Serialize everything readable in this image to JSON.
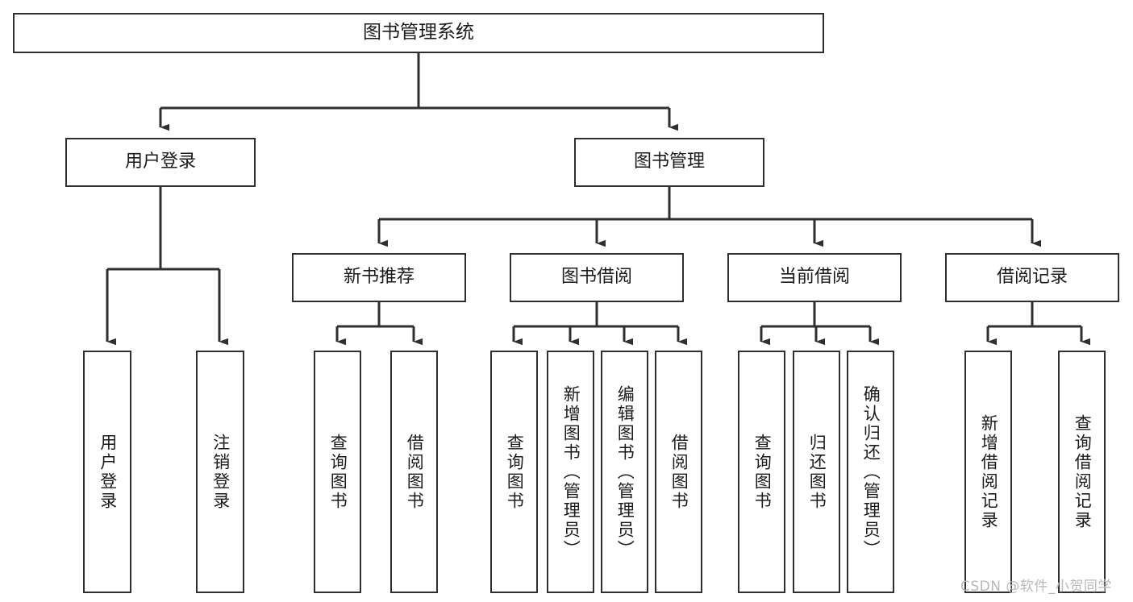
{
  "diagram": {
    "type": "tree",
    "title": "图书管理系统",
    "watermark": "CSDN @软件_小贺同学",
    "colors": {
      "border": "#2f2f2f",
      "background": "#ffffff",
      "text": "#1b1b1b",
      "connector": "#2f2f2f",
      "watermark": "#b9b9b9"
    },
    "nodes": {
      "root": {
        "label": "图书管理系统",
        "level": 1,
        "orientation": "horizontal"
      },
      "user_login": {
        "label": "用户登录",
        "level": 2,
        "orientation": "horizontal"
      },
      "book_manage": {
        "label": "图书管理",
        "level": 2,
        "orientation": "horizontal"
      },
      "new_book_rec": {
        "label": "新书推荐",
        "level": 3,
        "orientation": "horizontal"
      },
      "book_borrow": {
        "label": "图书借阅",
        "level": 3,
        "orientation": "horizontal"
      },
      "current_borrow": {
        "label": "当前借阅",
        "level": 3,
        "orientation": "horizontal"
      },
      "borrow_record": {
        "label": "借阅记录",
        "level": 3,
        "orientation": "horizontal"
      },
      "leaf_user_login": {
        "label": "用户登录",
        "level": 4,
        "orientation": "vertical"
      },
      "leaf_logout": {
        "label": "注销登录",
        "level": 4,
        "orientation": "vertical"
      },
      "leaf_query_book_1": {
        "label": "查询图书",
        "level": 4,
        "orientation": "vertical"
      },
      "leaf_borrow_book_1": {
        "label": "借阅图书",
        "level": 4,
        "orientation": "vertical"
      },
      "leaf_query_book_2": {
        "label": "查询图书",
        "level": 4,
        "orientation": "vertical"
      },
      "leaf_add_book": {
        "label": "新增图书（管理员）",
        "level": 4,
        "orientation": "vertical"
      },
      "leaf_edit_book": {
        "label": "编辑图书（管理员）",
        "level": 4,
        "orientation": "vertical"
      },
      "leaf_borrow_book_2": {
        "label": "借阅图书",
        "level": 4,
        "orientation": "vertical"
      },
      "leaf_query_book_3": {
        "label": "查询图书",
        "level": 4,
        "orientation": "vertical"
      },
      "leaf_return_book": {
        "label": "归还图书",
        "level": 4,
        "orientation": "vertical"
      },
      "leaf_confirm_return": {
        "label": "确认归还（管理员）",
        "level": 4,
        "orientation": "vertical"
      },
      "leaf_add_record": {
        "label": "新增借阅记录",
        "level": 4,
        "orientation": "vertical"
      },
      "leaf_query_record": {
        "label": "查询借阅记录",
        "level": 4,
        "orientation": "vertical"
      }
    },
    "edges": [
      {
        "from": "root",
        "to": "user_login"
      },
      {
        "from": "root",
        "to": "book_manage"
      },
      {
        "from": "user_login",
        "to": "leaf_user_login"
      },
      {
        "from": "user_login",
        "to": "leaf_logout"
      },
      {
        "from": "book_manage",
        "to": "new_book_rec"
      },
      {
        "from": "book_manage",
        "to": "book_borrow"
      },
      {
        "from": "book_manage",
        "to": "current_borrow"
      },
      {
        "from": "book_manage",
        "to": "borrow_record"
      },
      {
        "from": "new_book_rec",
        "to": "leaf_query_book_1"
      },
      {
        "from": "new_book_rec",
        "to": "leaf_borrow_book_1"
      },
      {
        "from": "book_borrow",
        "to": "leaf_query_book_2"
      },
      {
        "from": "book_borrow",
        "to": "leaf_add_book"
      },
      {
        "from": "book_borrow",
        "to": "leaf_edit_book"
      },
      {
        "from": "book_borrow",
        "to": "leaf_borrow_book_2"
      },
      {
        "from": "current_borrow",
        "to": "leaf_query_book_3"
      },
      {
        "from": "current_borrow",
        "to": "leaf_return_book"
      },
      {
        "from": "current_borrow",
        "to": "leaf_confirm_return"
      },
      {
        "from": "borrow_record",
        "to": "leaf_add_record"
      },
      {
        "from": "borrow_record",
        "to": "leaf_query_record"
      }
    ]
  }
}
